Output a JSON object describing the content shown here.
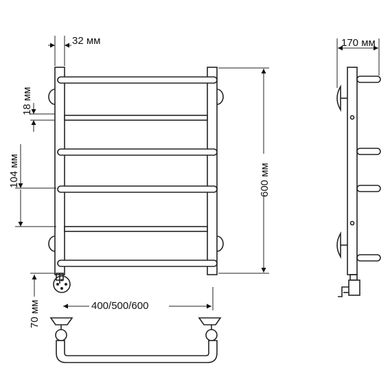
{
  "dimensions": {
    "side_width": "32 мм",
    "bar_gap": "18 мм",
    "bar_pitch": "104 мм",
    "height": "600 мм",
    "width_options": "400/500/600",
    "bottom_offset": "70 мм",
    "depth": "170 мм"
  },
  "colors": {
    "line": "#222222",
    "background": "#ffffff"
  }
}
